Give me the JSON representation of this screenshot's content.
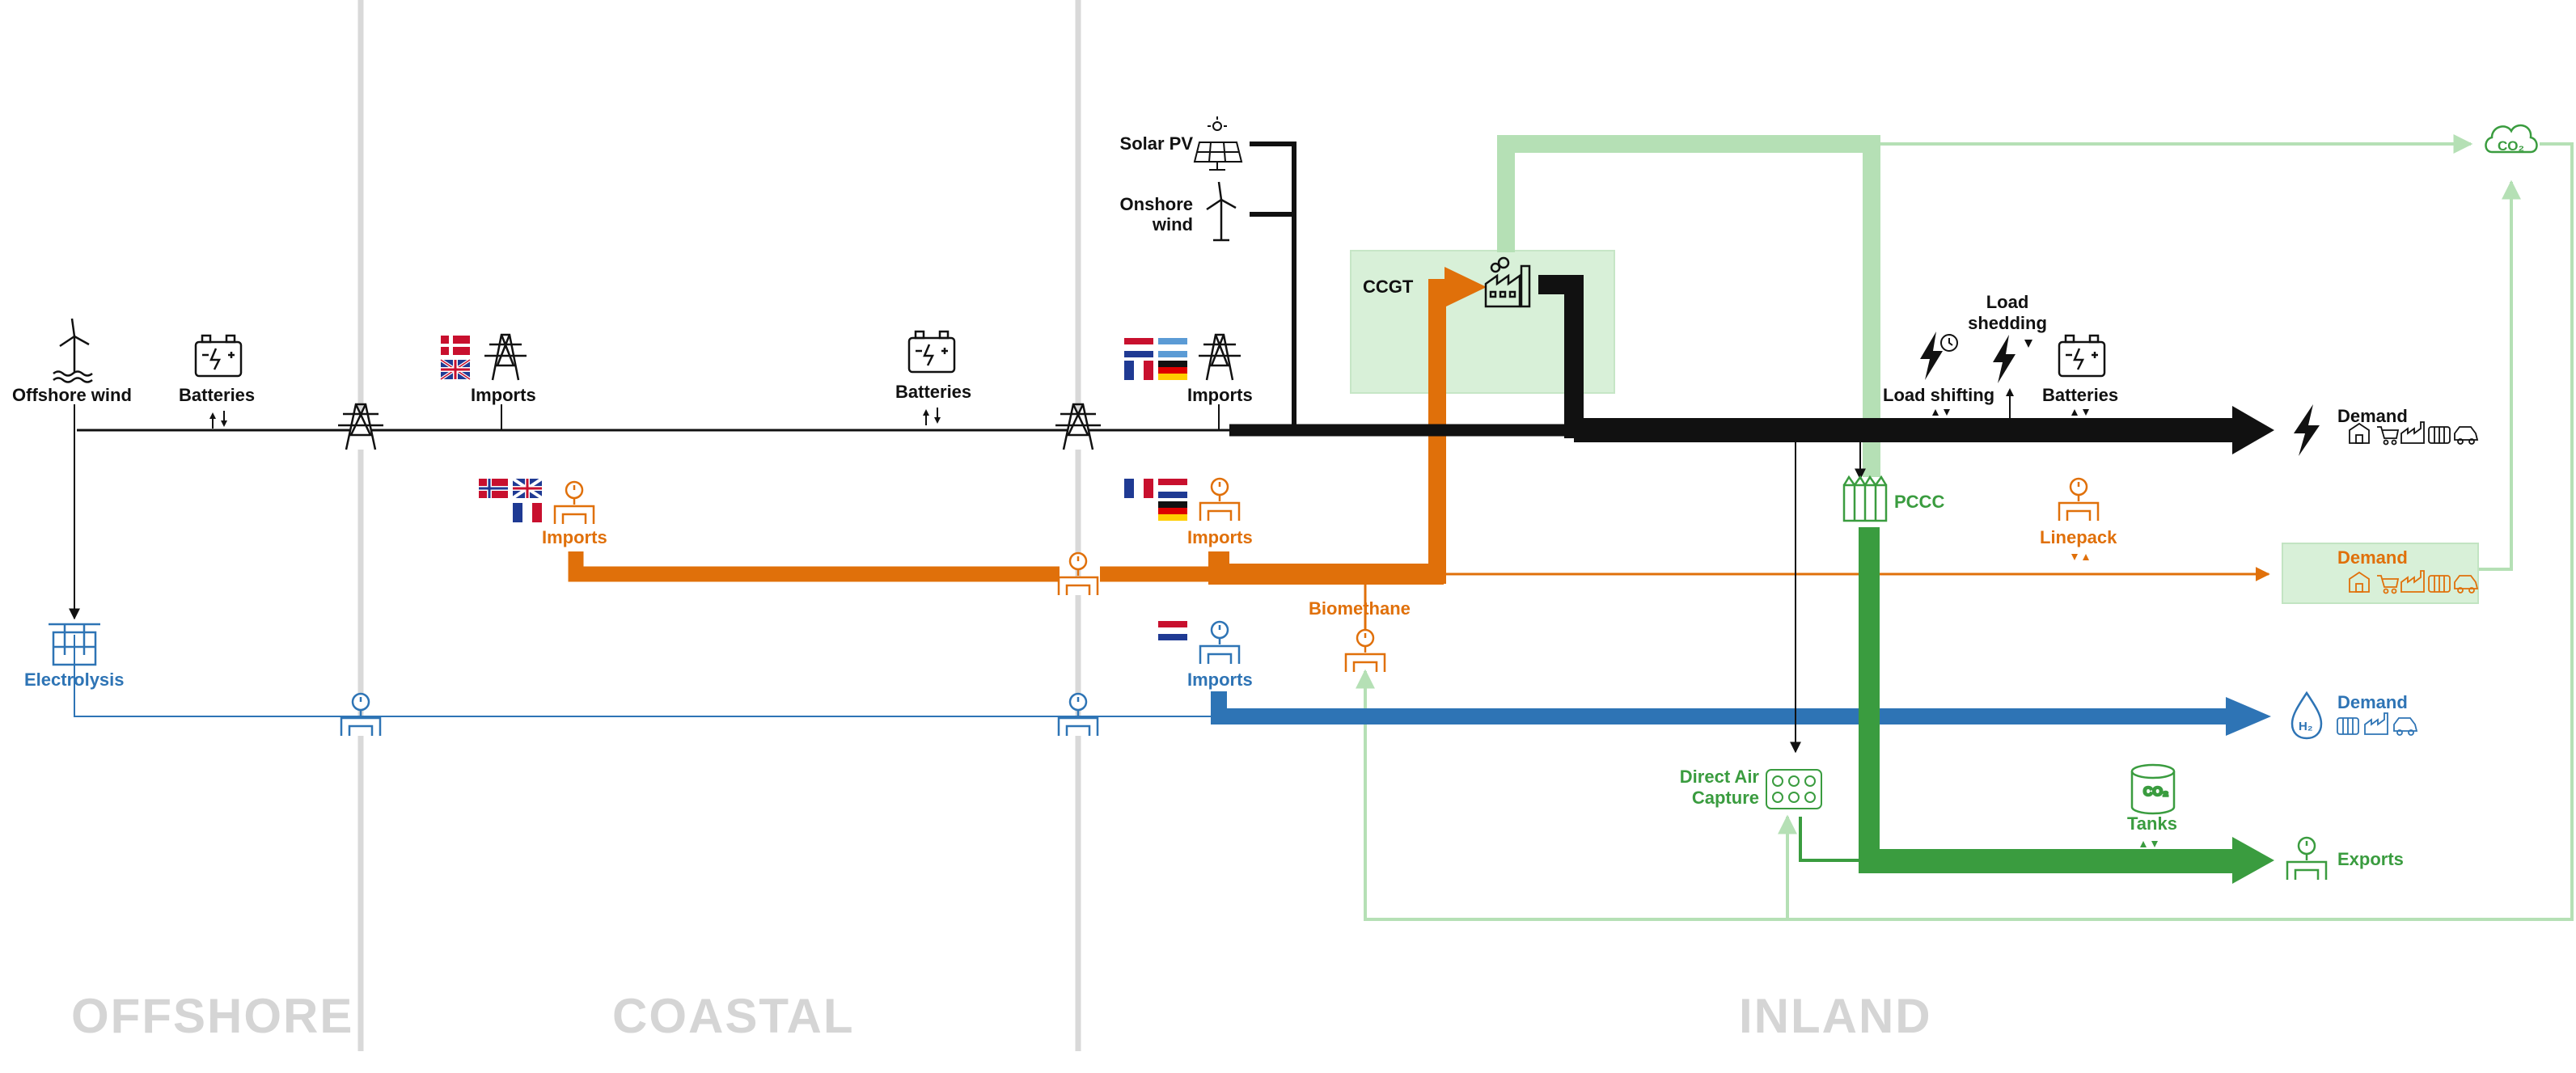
{
  "zones": {
    "offshore": "OFFSHORE",
    "coastal": "COASTAL",
    "inland": "INLAND"
  },
  "labels": {
    "offshore_wind": "Offshore wind",
    "batteries_offshore": "Batteries",
    "electrolysis": "Electrolysis",
    "imports_elec_coastal": "Imports",
    "batteries_coastal": "Batteries",
    "imports_gas_coastal": "Imports",
    "solar_pv": "Solar PV",
    "onshore_wind_1": "Onshore",
    "onshore_wind_2": "wind",
    "ccgt": "CCGT",
    "imports_elec_inland": "Imports",
    "imports_gas_inland": "Imports",
    "biomethane": "Biomethane",
    "imports_h2_inland": "Imports",
    "pccc": "PCCC",
    "load_shedding_1": "Load",
    "load_shedding_2": "shedding",
    "load_shifting": "Load shifting",
    "batteries_inland": "Batteries",
    "linepack": "Linepack",
    "dac_1": "Direct Air",
    "dac_2": "Capture",
    "tanks": "Tanks",
    "demand_elec": "Demand",
    "demand_gas": "Demand",
    "demand_h2": "Demand",
    "exports": "Exports"
  },
  "icon_glyphs": {
    "co2": "CO₂",
    "h2": "H₂"
  },
  "colors": {
    "electricity": "#111111",
    "gas": "#e0700a",
    "hydrogen": "#2e74b5",
    "co2": "#3a9c3f",
    "co2_light": "#b5e0b5",
    "zone_divider": "#d9d9d9",
    "ccgt_box": "#d8f0d8"
  },
  "icons": [
    "wind-turbine-offshore-icon",
    "battery-icon",
    "pylon-icon",
    "electrolyser-icon",
    "gas-valve-icon",
    "flag-icon",
    "solar-panel-icon",
    "wind-turbine-icon",
    "power-plant-icon",
    "lightning-icon",
    "flame-icon",
    "water-drop-icon",
    "co2-cloud-icon",
    "co2-tank-icon",
    "dac-icon",
    "pccc-icon",
    "building-icon",
    "cart-icon",
    "factory-icon",
    "radiator-icon",
    "car-icon"
  ]
}
